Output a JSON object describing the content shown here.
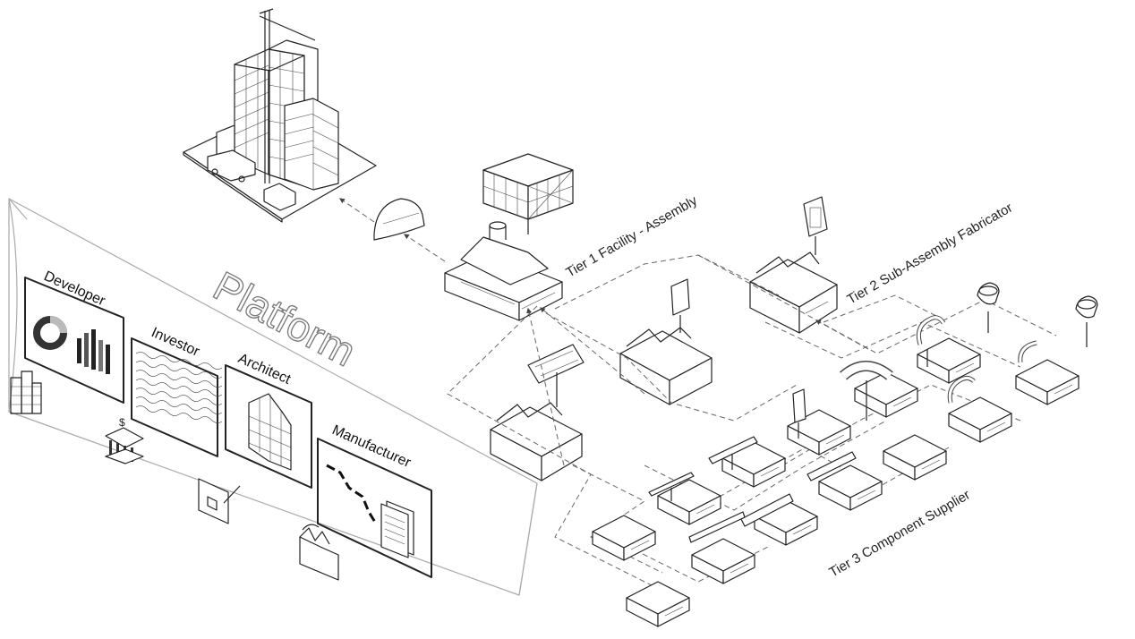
{
  "platform": {
    "title": "Platform",
    "stakeholders": [
      {
        "label": "Developer",
        "icon": "donut-and-bar-chart-icon"
      },
      {
        "label": "Investor",
        "icon": "wave-pattern-icon"
      },
      {
        "label": "Architect",
        "icon": "stepped-building-icon"
      },
      {
        "label": "Manufacturer",
        "icon": "process-flow-documents-icon"
      }
    ],
    "side_icons": {
      "bank_symbol": "$"
    }
  },
  "tiers": {
    "tier1": "Tier 1 Facility - Assembly",
    "tier2": "Tier 2 Sub-Assembly Fabricator",
    "tier3": "Tier 3 Component Supplier"
  }
}
